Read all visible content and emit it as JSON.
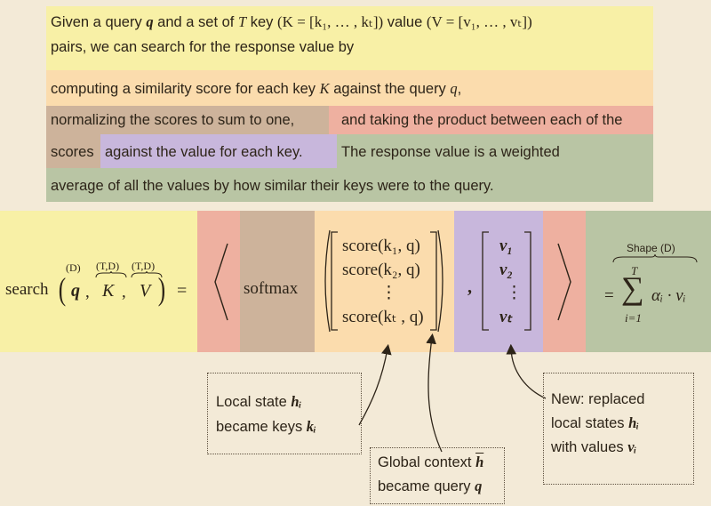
{
  "para": {
    "l1a": "Given a query ",
    "q": "q",
    "l1b": " and a set of ",
    "T": "T",
    "l1c": " key ",
    "keyset": "(K = [k₁, … , kₜ])",
    "l1d": " value ",
    "valset": "(V = [v₁, … , vₜ])",
    "l2": "pairs, we can search for the response value by",
    "l3a": "computing a similarity score for each key ",
    "K": "K",
    "l3b": " against the query ",
    "q2": "q",
    "l3c": ",",
    "l4a": "normalizing the scores to sum to one,",
    "l4b": "and taking the product between each of the",
    "l5a": "scores",
    "l5b": "against the value for each key.",
    "l5c": "The response value is a weighted",
    "l6": "average of all the values by how similar their keys were to the query."
  },
  "eq": {
    "search": "search",
    "q_shape": "(D)",
    "q": "q",
    "k_shape": "(T,D)",
    "K": "K",
    "v_shape": "(T,D)",
    "V": "V",
    "equals": "=",
    "langle": "⟨",
    "rangle": "⟩",
    "softmax": "softmax",
    "score1": "score(k₁, q)",
    "score2": "score(k₂, q)",
    "vdots": "⋮",
    "scoreT": "score(kₜ , q)",
    "comma": ",",
    "v1": "v₁",
    "v2": "v₂",
    "vT": "vₜ",
    "shape": "Shape (D)",
    "sum_top": "T",
    "sum": "∑",
    "sum_bot": "i=1",
    "summand": "αᵢ · vᵢ",
    "equals2": "="
  },
  "callouts": {
    "local1": "Local state ",
    "local_h": "hᵢ",
    "local2": "became keys ",
    "local_k": "kᵢ",
    "global1": "Global context ",
    "global_h": "h",
    "global2": "became query ",
    "global_q": "q",
    "new1": "New: replaced",
    "new2": "local states ",
    "new_h": "hᵢ",
    "new3": "with values ",
    "new_v": "vᵢ"
  }
}
